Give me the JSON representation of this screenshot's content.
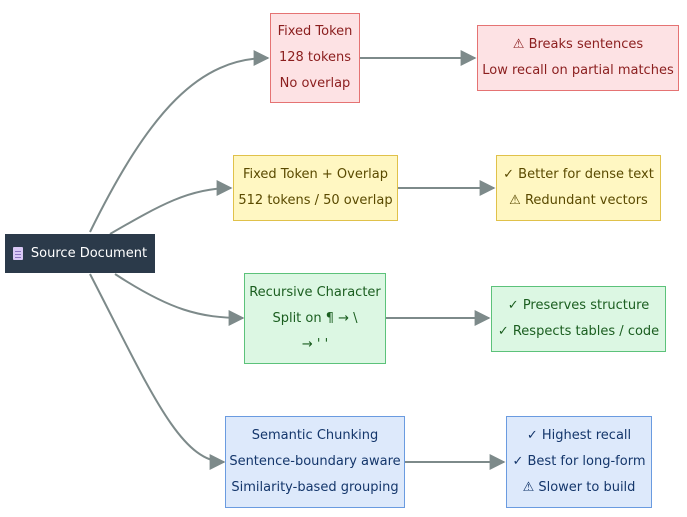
{
  "source": {
    "icon": "document-icon",
    "label": "Source Document"
  },
  "strategies": [
    {
      "id": "fixed-token",
      "color": "red",
      "lines": [
        "Fixed Token",
        "128 tokens",
        "No overlap"
      ],
      "result": [
        "⚠ Breaks sentences",
        "Low recall on partial matches"
      ]
    },
    {
      "id": "fixed-token-overlap",
      "color": "yellow",
      "lines": [
        "Fixed Token + Overlap",
        "512 tokens / 50 overlap"
      ],
      "result": [
        "✓ Better for dense text",
        "⚠ Redundant vectors"
      ]
    },
    {
      "id": "recursive-character",
      "color": "green",
      "lines": [
        "Recursive Character",
        "Split on ¶ → \\",
        "→ ' '"
      ],
      "result": [
        "✓ Preserves structure",
        "✓ Respects tables / code"
      ]
    },
    {
      "id": "semantic-chunking",
      "color": "blue",
      "lines": [
        "Semantic Chunking",
        "Sentence-boundary aware",
        "Similarity-based grouping"
      ],
      "result": [
        "✓ Highest recall",
        "✓ Best for long-form",
        "⚠ Slower to build"
      ]
    }
  ],
  "colors": {
    "edge": "#7d8a8a",
    "source_bg": "#2b3a4a"
  }
}
